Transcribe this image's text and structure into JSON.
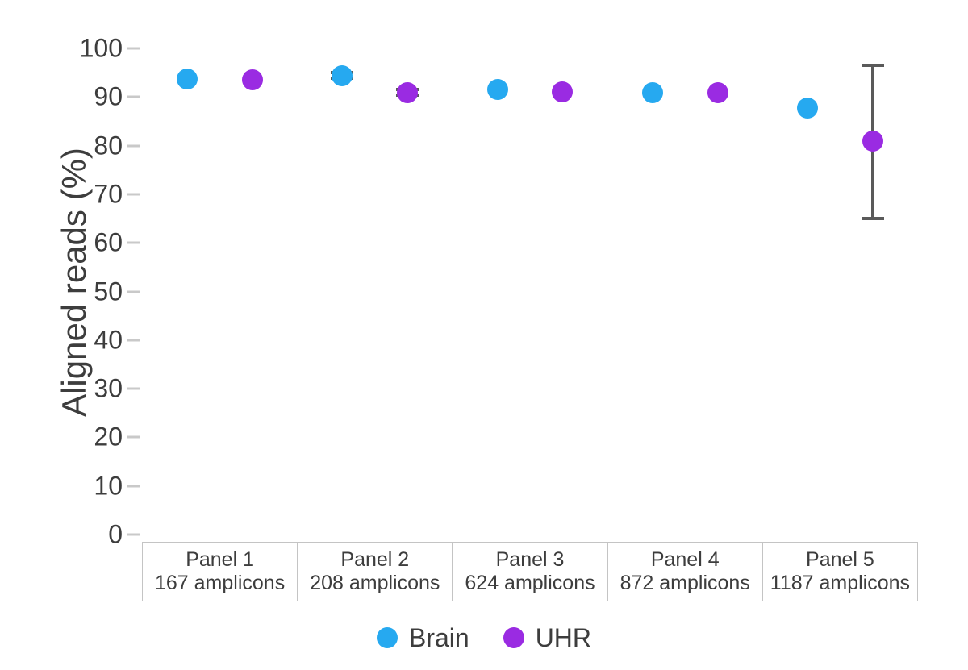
{
  "chart_data": {
    "type": "scatter",
    "title": "",
    "xlabel": "",
    "ylabel": "Aligned reads (%)",
    "ylim": [
      0,
      100
    ],
    "yticks": [
      0,
      10,
      20,
      30,
      40,
      50,
      60,
      70,
      80,
      90,
      100
    ],
    "ytick_labels": [
      "0",
      "10",
      "20",
      "30",
      "40",
      "50",
      "60",
      "70",
      "80",
      "90",
      "100"
    ],
    "grid": false,
    "legend_position": "bottom",
    "categories": [
      "Panel 1",
      "Panel 2",
      "Panel 3",
      "Panel 4",
      "Panel 5"
    ],
    "category_sublabels": [
      "167 amplicons",
      "208 amplicons",
      "624 amplicons",
      "872 amplicons",
      "1187 amplicons"
    ],
    "series": [
      {
        "name": "Brain",
        "color": "#26A9F0",
        "values": [
          93.7,
          94.4,
          91.5,
          90.8,
          87.7
        ],
        "errors_low": [
          93.7,
          93.8,
          91.5,
          90.8,
          87.7
        ],
        "errors_high": [
          93.7,
          95.0,
          91.5,
          90.8,
          87.7
        ]
      },
      {
        "name": "UHR",
        "color": "#9A2BE2",
        "values": [
          93.6,
          90.9,
          91.0,
          90.8,
          81.0
        ],
        "errors_low": [
          93.6,
          90.3,
          91.0,
          90.8,
          65.0
        ],
        "errors_high": [
          93.6,
          91.6,
          91.0,
          90.8,
          96.5
        ]
      }
    ]
  },
  "legend": {
    "items": [
      {
        "label": "Brain",
        "color": "#26A9F0"
      },
      {
        "label": "UHR",
        "color": "#9A2BE2"
      }
    ]
  },
  "colors": {
    "brain": "#26A9F0",
    "uhr": "#9A2BE2",
    "text": "#3d3d3d",
    "tick": "#c9c9c9",
    "strip_border": "#c4c4c4",
    "errorbar": "#5a5a5a"
  }
}
